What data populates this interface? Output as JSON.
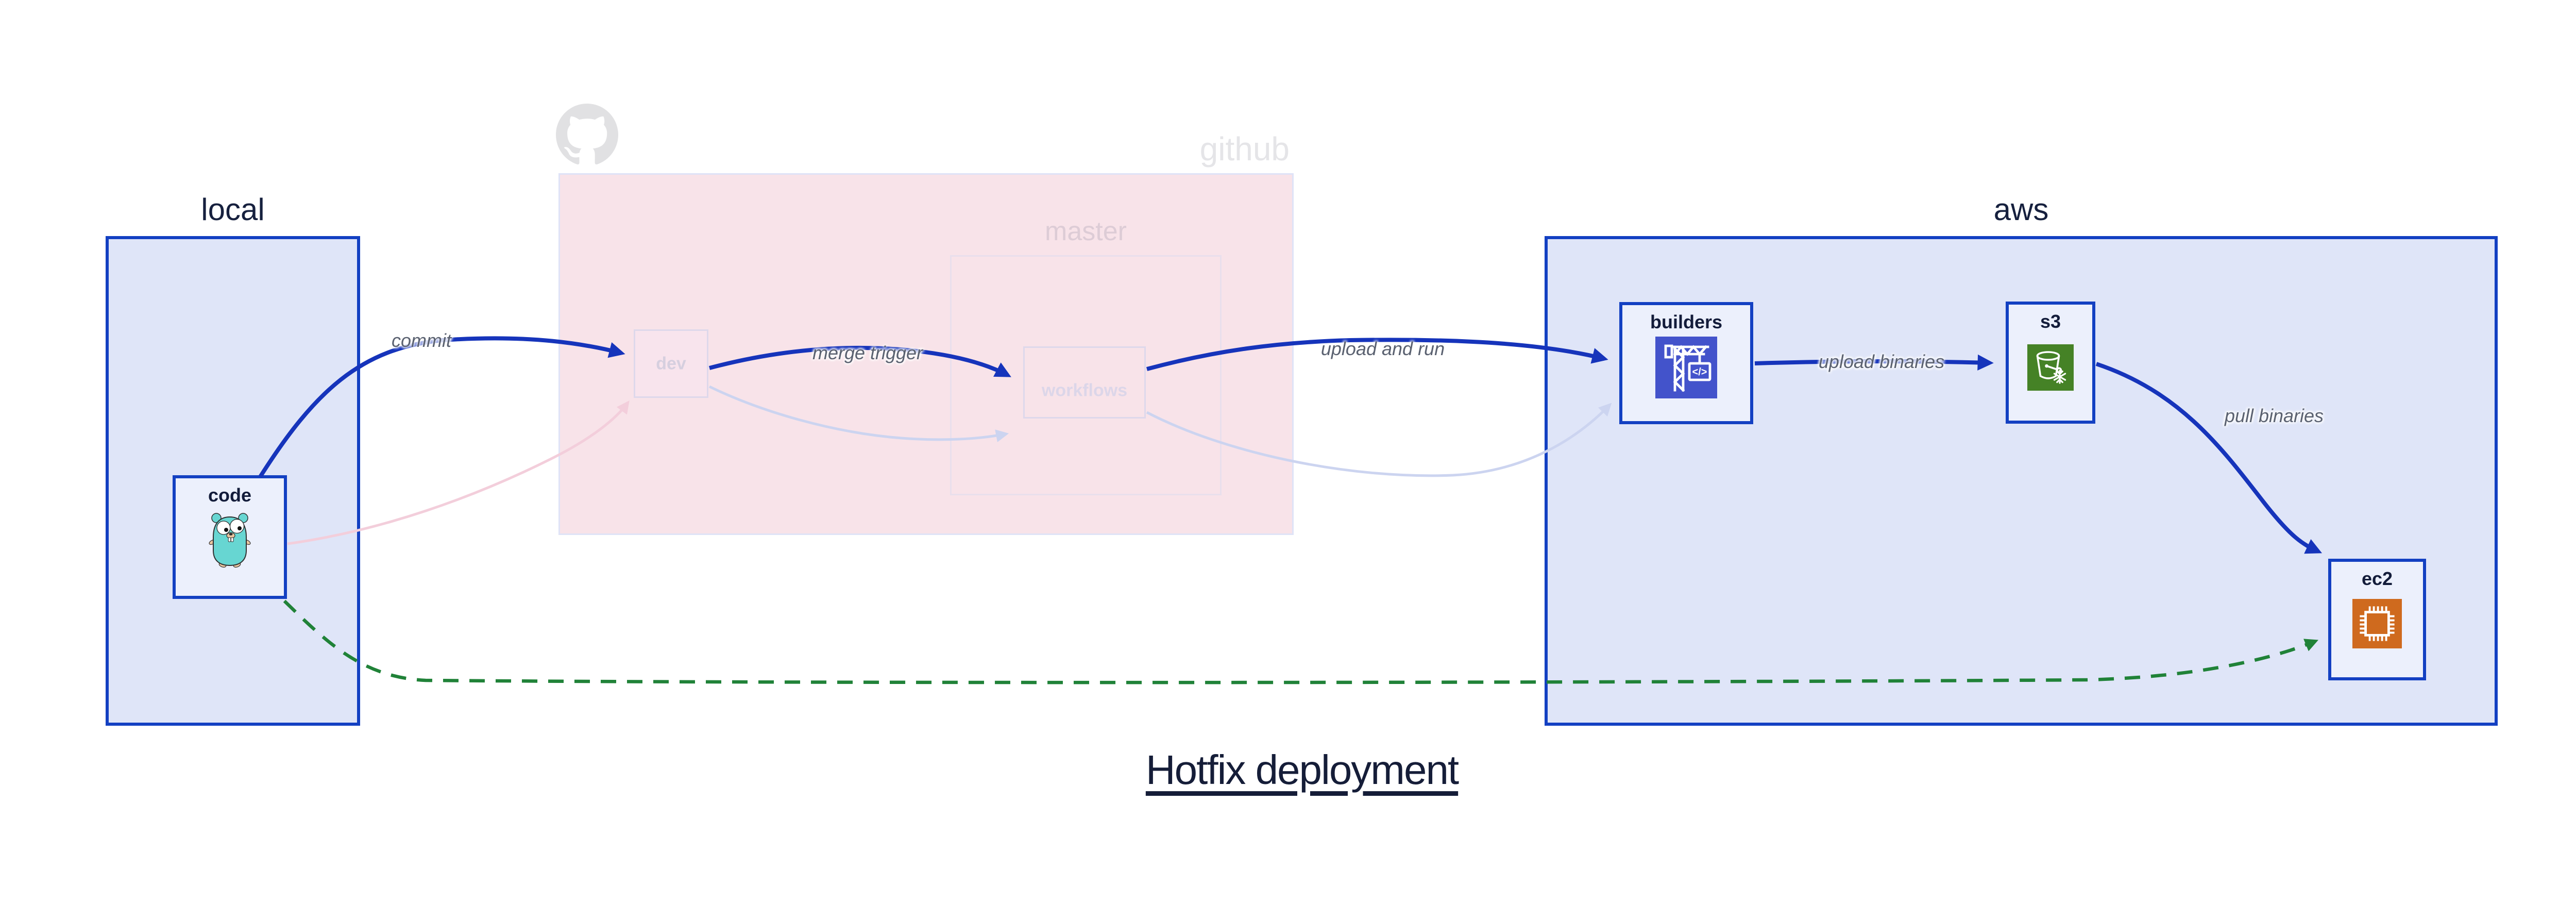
{
  "title": "Hotfix deployment",
  "containers": {
    "local": {
      "label": "local"
    },
    "github": {
      "label": "github",
      "master": {
        "label": "master"
      }
    },
    "aws": {
      "label": "aws"
    }
  },
  "nodes": {
    "code": {
      "label": "code",
      "icon": "go-gopher-icon"
    },
    "dev": {
      "label": "dev"
    },
    "workflows": {
      "label": "workflows"
    },
    "builders": {
      "label": "builders",
      "icon": "aws-codebuild-crane-icon"
    },
    "s3": {
      "label": "s3",
      "icon": "aws-s3-bucket-icon"
    },
    "ec2": {
      "label": "ec2",
      "icon": "aws-ec2-chip-icon"
    }
  },
  "edges": {
    "commit": {
      "label": "commit",
      "from": "code",
      "to": "dev",
      "style": "solid-blue"
    },
    "merge_trigger": {
      "label": "merge trigger",
      "from": "dev",
      "to": "workflows",
      "style": "solid-blue"
    },
    "upload_and_run": {
      "label": "upload and run",
      "from": "workflows",
      "to": "builders",
      "style": "solid-blue"
    },
    "upload_binaries": {
      "label": "upload binaries",
      "from": "builders",
      "to": "s3",
      "style": "solid-blue"
    },
    "pull_binaries": {
      "label": "pull binaries",
      "from": "s3",
      "to": "ec2",
      "style": "solid-blue"
    },
    "hotfix_path": {
      "label": "",
      "from": "code",
      "to": "ec2",
      "style": "dashed-green"
    },
    "faded_code_to_dev": {
      "label": "",
      "from": "code",
      "to": "dev",
      "style": "faded-pink"
    },
    "faded_dev_to_workflows": {
      "label": "",
      "from": "dev",
      "to": "workflows",
      "style": "faded-lavender"
    },
    "faded_workflows_to_builders": {
      "label": "",
      "from": "workflows",
      "to": "builders",
      "style": "faded-lavender"
    }
  },
  "colors": {
    "blue_border": "#1340c2",
    "blue_arrow": "#1634bb",
    "container_fill": "#dfe5f8",
    "node_fill": "#ecf0fc",
    "github_fill": "#f8e3e9",
    "github_faded_text": "#e5e5e8",
    "green_dashed": "#208238",
    "codebuild_purple": "#4353cb",
    "s3_green": "#458226",
    "ec2_orange": "#cf6a1e",
    "gopher_teal": "#67d6d2",
    "edge_label_grey": "#5a6170",
    "dark_navy": "#151d38"
  }
}
